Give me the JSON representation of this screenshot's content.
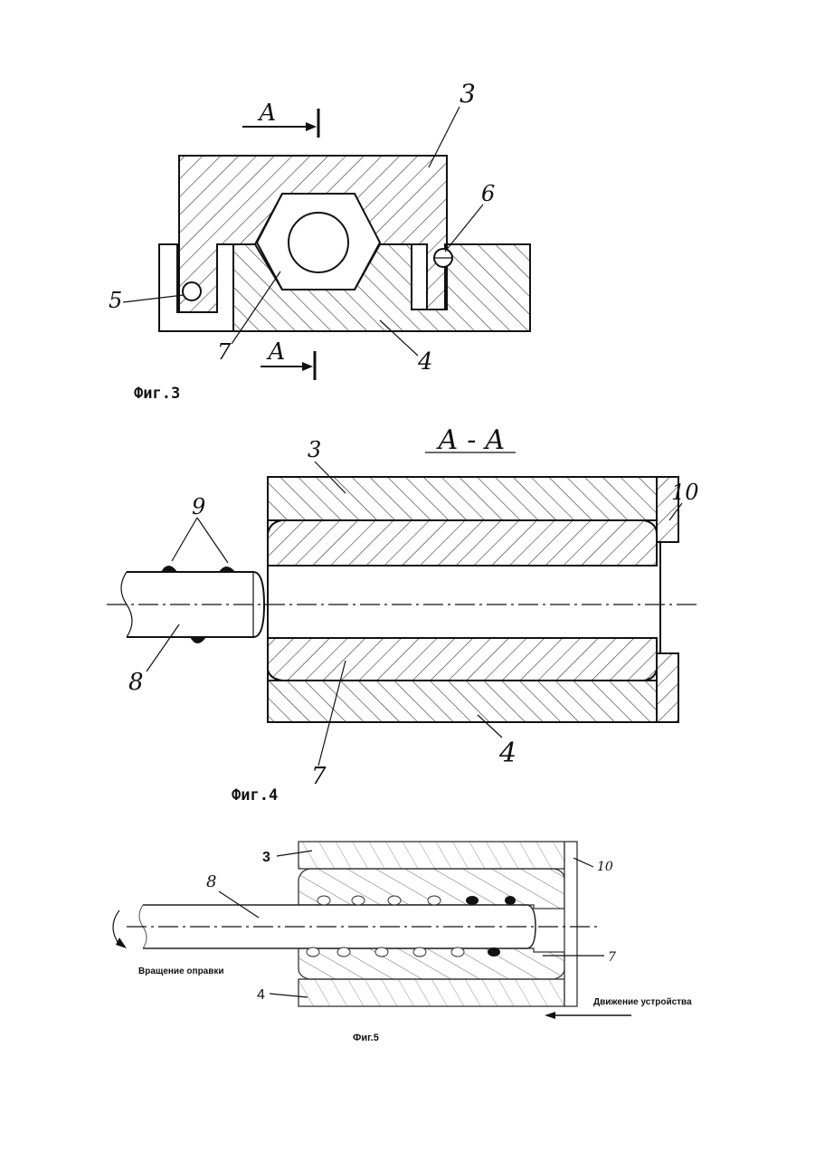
{
  "colors": {
    "ink": "#111111",
    "paper": "#ffffff"
  },
  "fig3": {
    "caption": "Фиг.3",
    "section_mark": "А",
    "labels": {
      "l3": "3",
      "l4": "4",
      "l5": "5",
      "l6": "6",
      "l7": "7"
    }
  },
  "fig4": {
    "caption": "Фиг.4",
    "section_title": "А - А",
    "labels": {
      "l3": "3",
      "l4": "4",
      "l7": "7",
      "l8": "8",
      "l9": "9",
      "l10": "10"
    }
  },
  "fig5": {
    "caption": "Фиг.5",
    "labels": {
      "l3": "3",
      "l4": "4",
      "l7": "7",
      "l8": "8",
      "l10": "10"
    },
    "rotation_text": "Вращение оправки",
    "motion_text": "Движение устройства"
  }
}
